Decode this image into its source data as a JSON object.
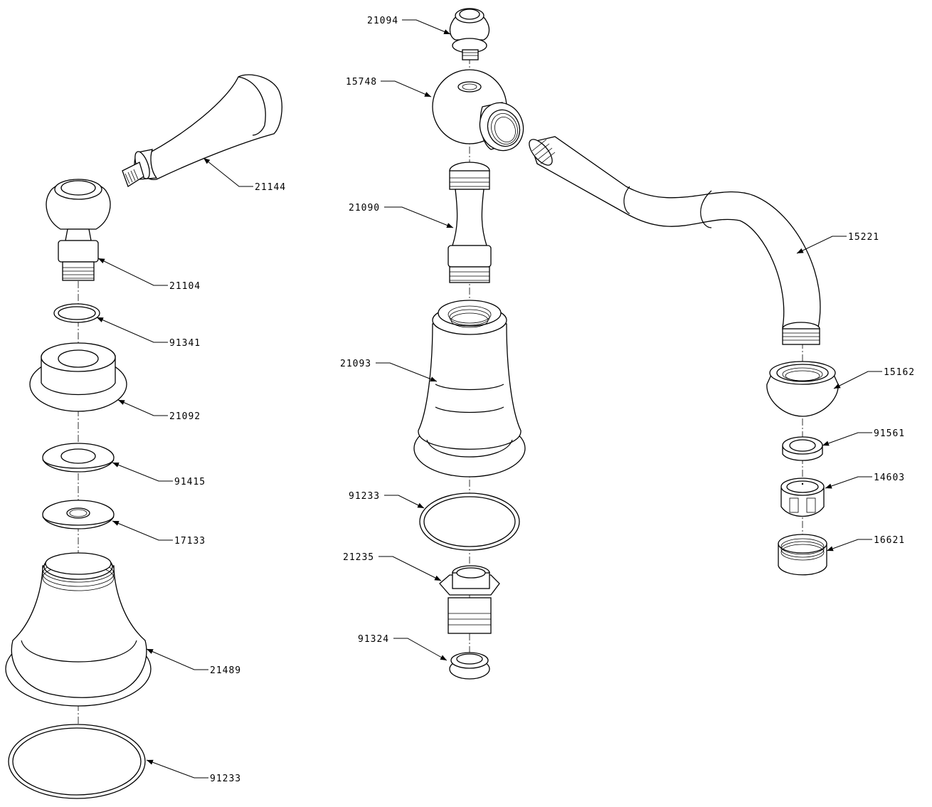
{
  "diagram": {
    "callouts": [
      {
        "id": "c-21094",
        "label": "21094"
      },
      {
        "id": "c-15748",
        "label": "15748"
      },
      {
        "id": "c-21144",
        "label": "21144"
      },
      {
        "id": "c-21090",
        "label": "21090"
      },
      {
        "id": "c-15221",
        "label": "15221"
      },
      {
        "id": "c-21104",
        "label": "21104"
      },
      {
        "id": "c-91341",
        "label": "91341"
      },
      {
        "id": "c-21092",
        "label": "21092"
      },
      {
        "id": "c-21093",
        "label": "21093"
      },
      {
        "id": "c-15162",
        "label": "15162"
      },
      {
        "id": "c-91561",
        "label": "91561"
      },
      {
        "id": "c-91415",
        "label": "91415"
      },
      {
        "id": "c-14603",
        "label": "14603"
      },
      {
        "id": "c-91233a",
        "label": "91233"
      },
      {
        "id": "c-17133",
        "label": "17133"
      },
      {
        "id": "c-16621",
        "label": "16621"
      },
      {
        "id": "c-21235",
        "label": "21235"
      },
      {
        "id": "c-91324",
        "label": "91324"
      },
      {
        "id": "c-21489",
        "label": "21489"
      },
      {
        "id": "c-91233b",
        "label": "91233"
      }
    ]
  }
}
